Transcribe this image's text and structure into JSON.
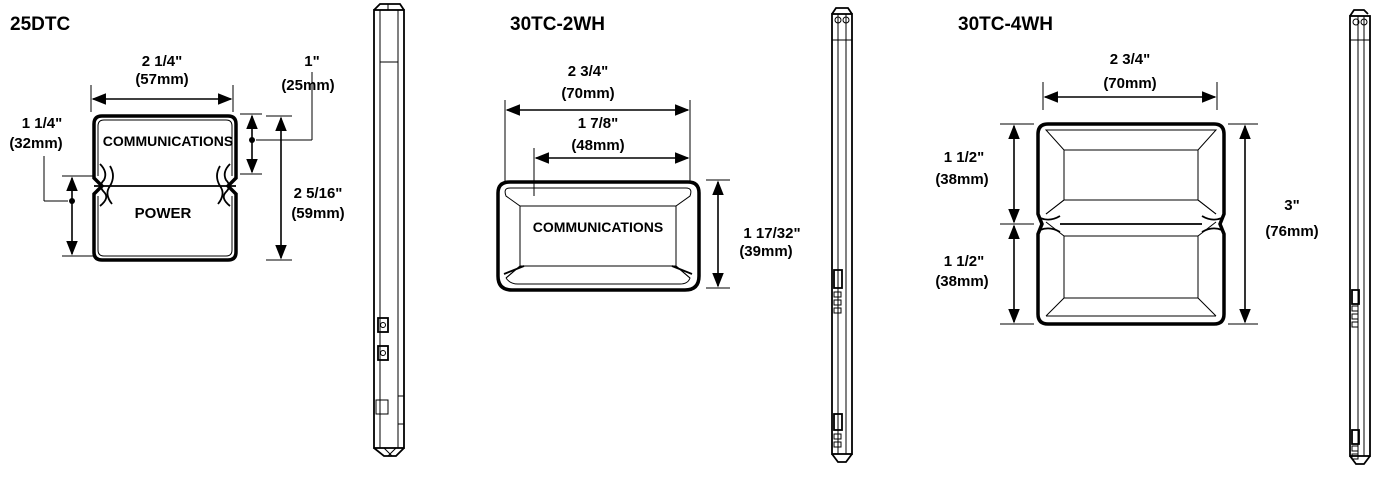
{
  "products": [
    {
      "model": "25DTC",
      "width_in": "2 1/4\"",
      "width_mm": "(57mm)",
      "left_in": "1 1/4\"",
      "left_mm": "(32mm)",
      "top_in": "1\"",
      "top_mm": "(25mm)",
      "height_in": "2 5/16\"",
      "height_mm": "(59mm)",
      "upper_label": "COMMUNICATIONS",
      "lower_label": "POWER"
    },
    {
      "model": "30TC-2WH",
      "width_in": "2 3/4\"",
      "width_mm": "(70mm)",
      "inner_width_in": "1 7/8\"",
      "inner_width_mm": "(48mm)",
      "height_in": "1 17/32\"",
      "height_mm": "(39mm)",
      "label": "COMMUNICATIONS"
    },
    {
      "model": "30TC-4WH",
      "width_in": "2 3/4\"",
      "width_mm": "(70mm)",
      "upper_in": "1 1/2\"",
      "upper_mm": "(38mm)",
      "lower_in": "1 1/2\"",
      "lower_mm": "(38mm)",
      "height_in": "3\"",
      "height_mm": "(76mm)"
    }
  ]
}
